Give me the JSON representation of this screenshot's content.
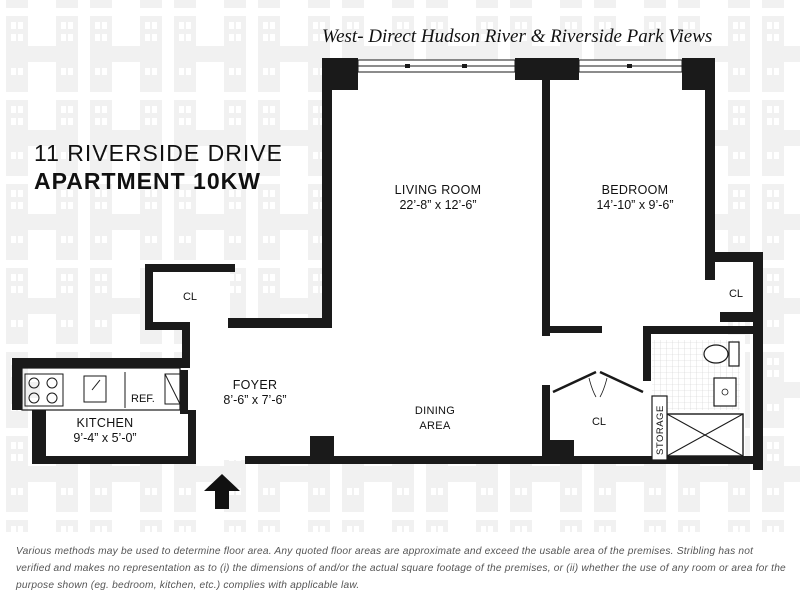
{
  "header": {
    "views": "West- Direct Hudson River & Riverside Park Views",
    "address": "11 RIVERSIDE DRIVE",
    "apartment": "APARTMENT 10KW"
  },
  "rooms": {
    "living": {
      "name": "LIVING ROOM",
      "dims": "22’-8” x 12’-6”"
    },
    "bedroom": {
      "name": "BEDROOM",
      "dims": "14’-10” x 9’-6”"
    },
    "foyer": {
      "name": "FOYER",
      "dims": "8’-6” x 7’-6”"
    },
    "kitchen": {
      "name": "KITCHEN",
      "dims": "9’-4” x 5’-0”"
    },
    "dining": {
      "name": "DINING",
      "name2": "AREA"
    },
    "closet_label": "CL",
    "storage_label": "STORAGE",
    "ref_label": "REF."
  },
  "disclaimer": "Various methods may be used to determine floor area. Any quoted floor areas are approximate and exceed the usable area of the premises. Stribling has not verified and makes no representation as to (i) the dimensions of and/or the actual square footage of the premises, or (ii) whether the use of any room or area for the purpose shown (eg. bedroom, kitchen, etc.) complies with applicable law.",
  "colors": {
    "wall": "#1a1a1a",
    "watermark": "#f1f1f1",
    "text": "#111111",
    "disclaimer": "#555555"
  },
  "icons": {
    "entry": "arrow-up-icon",
    "watermark": "h-pattern-watermark"
  }
}
